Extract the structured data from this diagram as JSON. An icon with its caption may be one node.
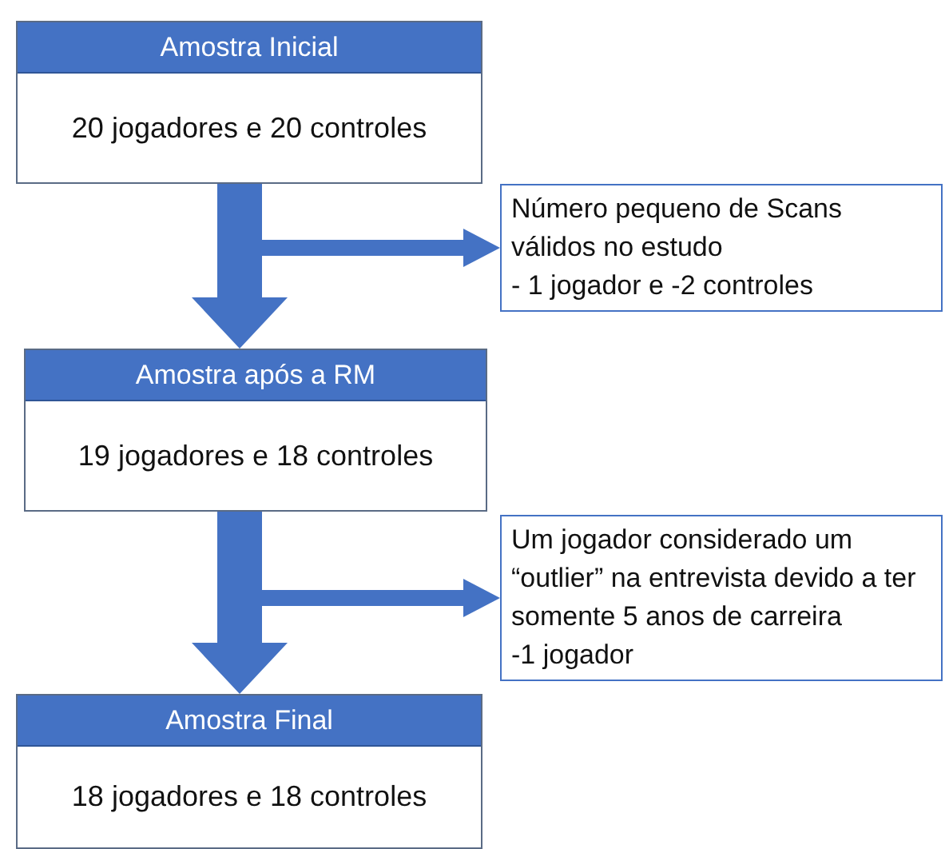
{
  "diagram": {
    "nodes": [
      {
        "text": [
          "Amostra Inicial",
          "20 jogadores e 20 controles"
        ]
      },
      {
        "text": [
          "Número pequeno de Scans válidos no estudo",
          "- 1 jogador e -2 controles"
        ]
      },
      {
        "text": [
          "Amostra após a RM",
          "19 jogadores e 18 controles"
        ]
      },
      {
        "text": [
          "Um jogador considerado um “outlier” na entrevista devido a ter somente 5 anos de carreira",
          "-1 jogador"
        ]
      },
      {
        "text": [
          "Amostra Final",
          "18 jogadores e 18 controles"
        ]
      }
    ],
    "edges": [
      {
        "from": 0,
        "to": 2,
        "arrow": "to",
        "style": "thick"
      },
      {
        "from": 0,
        "to": 1,
        "arrow": "to"
      },
      {
        "from": 2,
        "to": 4,
        "arrow": "to",
        "style": "thick"
      },
      {
        "from": 2,
        "to": 3,
        "arrow": "to"
      }
    ]
  }
}
